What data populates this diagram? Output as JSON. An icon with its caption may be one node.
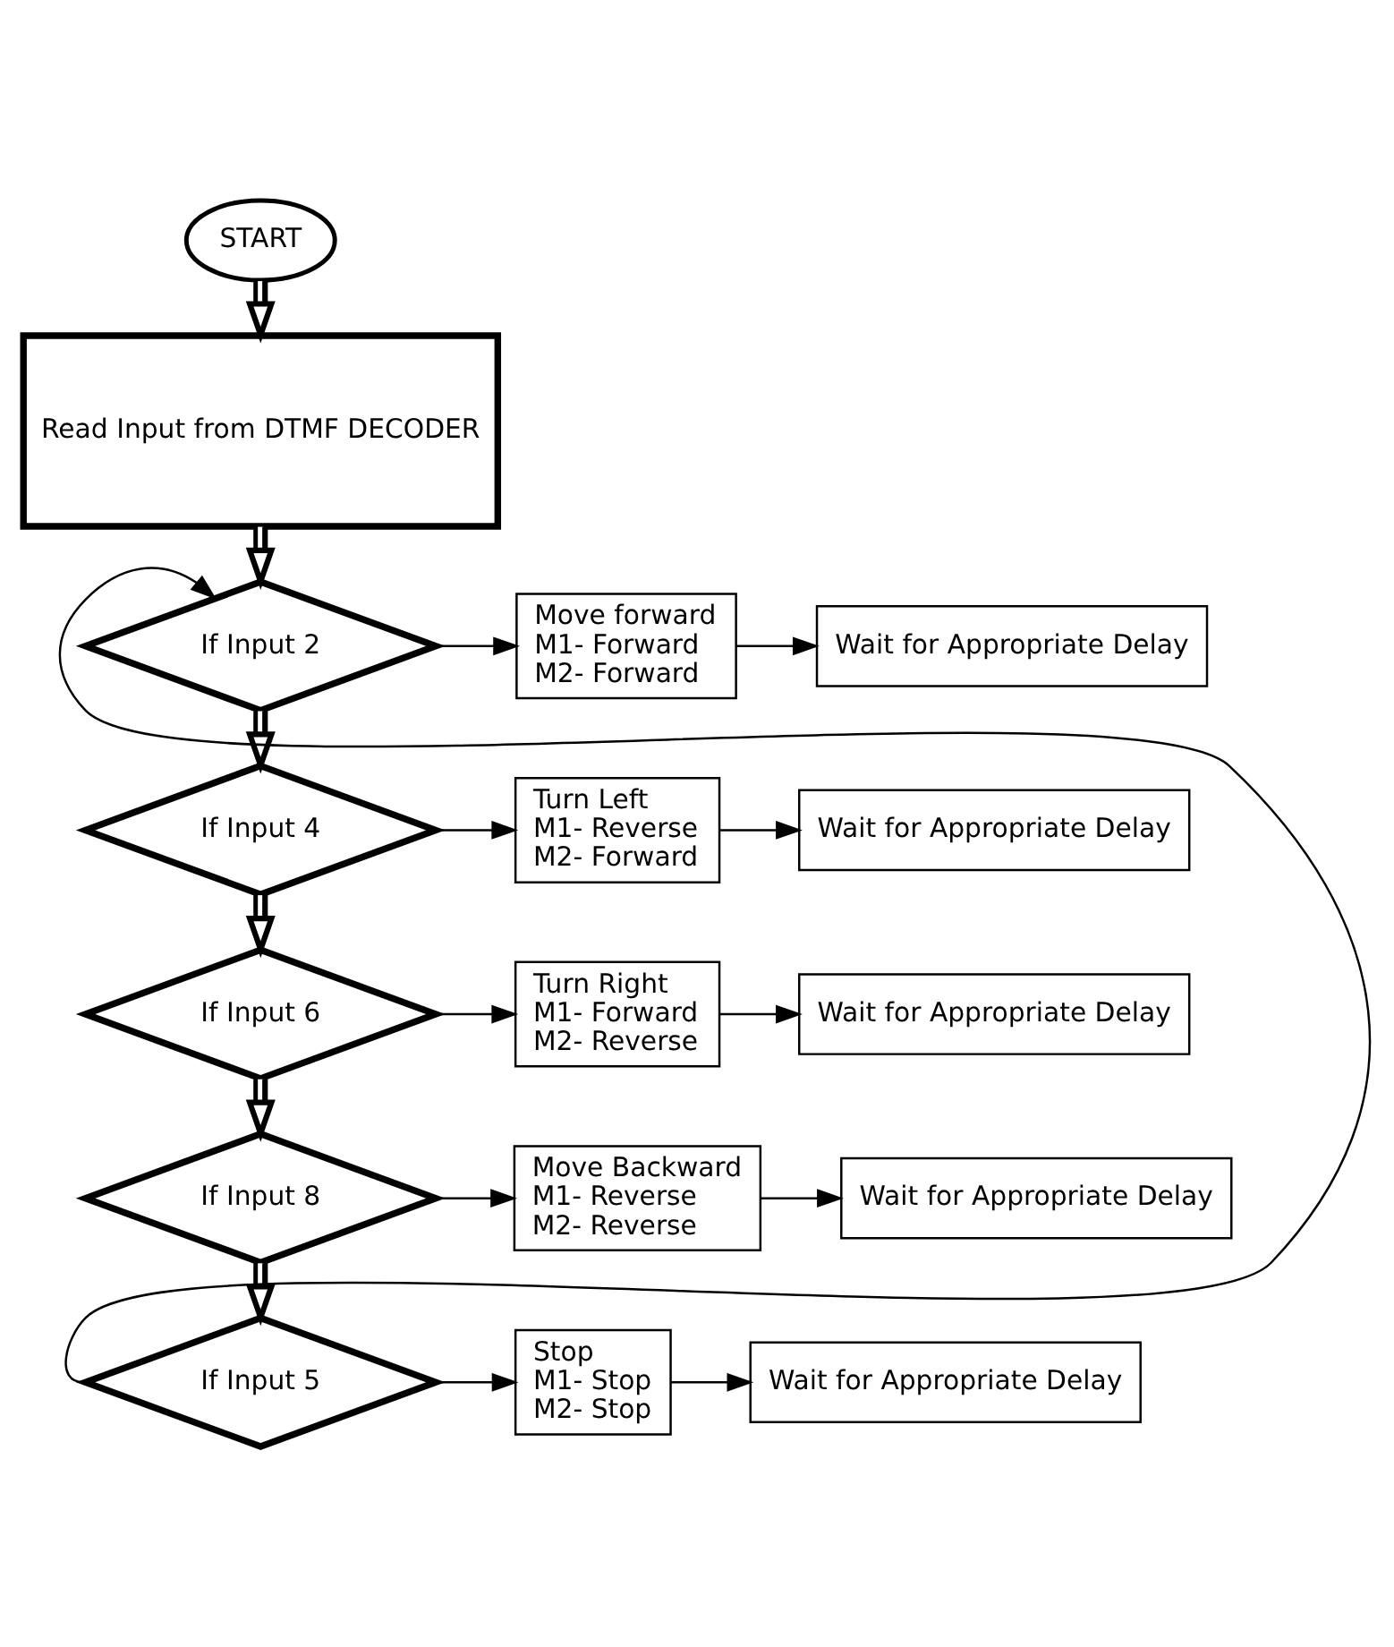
{
  "diagram": {
    "nodes": [
      {
        "text": [
          "START"
        ]
      },
      {
        "text": [
          "Read Input from DTMF DECODER"
        ]
      },
      {
        "text": [
          "If Input 2"
        ]
      },
      {
        "text": [
          "Move forward",
          "M1- Forward",
          "M2- Forward"
        ]
      },
      {
        "text": [
          "Wait for Appropriate Delay"
        ]
      },
      {
        "text": [
          "If Input 4"
        ]
      },
      {
        "text": [
          "Turn Left",
          "M1- Reverse",
          "M2- Forward"
        ]
      },
      {
        "text": [
          "Wait for Appropriate Delay"
        ]
      },
      {
        "text": [
          "If Input 6"
        ]
      },
      {
        "text": [
          "Turn Right",
          "M1- Forward",
          "M2- Reverse"
        ]
      },
      {
        "text": [
          "Wait for Appropriate Delay"
        ]
      },
      {
        "text": [
          "If Input 8"
        ]
      },
      {
        "text": [
          "Move Backward",
          "M1- Reverse",
          "M2- Reverse"
        ]
      },
      {
        "text": [
          "Wait for Appropriate Delay"
        ]
      },
      {
        "text": [
          "If Input 5"
        ]
      },
      {
        "text": [
          "Stop",
          "M1- Stop",
          "M2- Stop"
        ]
      },
      {
        "text": [
          "Wait for Appropriate Delay"
        ]
      }
    ],
    "edges": [
      {
        "from": 0,
        "to": 1,
        "arrow": "to",
        "style": "thick"
      },
      {
        "from": 1,
        "to": 2,
        "arrow": "to",
        "style": "thick"
      },
      {
        "from": 2,
        "to": 3,
        "arrow": "to"
      },
      {
        "from": 3,
        "to": 4,
        "arrow": "to"
      },
      {
        "from": 2,
        "to": 5,
        "arrow": "to",
        "style": "thick"
      },
      {
        "from": 5,
        "to": 6,
        "arrow": "to"
      },
      {
        "from": 6,
        "to": 7,
        "arrow": "to"
      },
      {
        "from": 5,
        "to": 8,
        "arrow": "to",
        "style": "thick"
      },
      {
        "from": 8,
        "to": 9,
        "arrow": "to"
      },
      {
        "from": 9,
        "to": 10,
        "arrow": "to"
      },
      {
        "from": 8,
        "to": 11,
        "arrow": "to",
        "style": "thick"
      },
      {
        "from": 11,
        "to": 12,
        "arrow": "to"
      },
      {
        "from": 12,
        "to": 13,
        "arrow": "to"
      },
      {
        "from": 11,
        "to": 14,
        "arrow": "to",
        "style": "thick"
      },
      {
        "from": 14,
        "to": 15,
        "arrow": "to"
      },
      {
        "from": 15,
        "to": 16,
        "arrow": "to"
      },
      {
        "from": 14,
        "to": 2,
        "arrow": "to"
      }
    ]
  }
}
